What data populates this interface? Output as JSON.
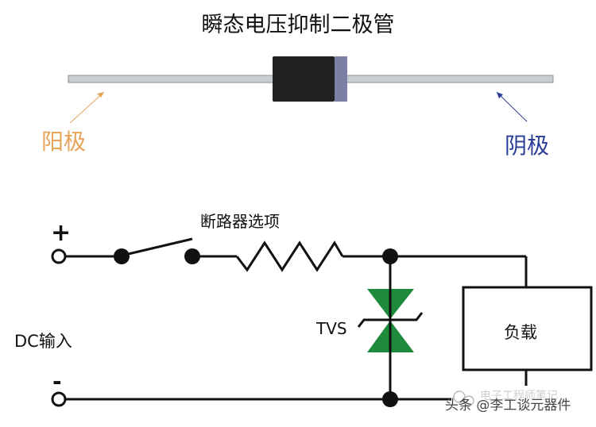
{
  "diagram": {
    "title": "瞬态电压抑制二极管",
    "anode_label": "阳极",
    "cathode_label": "阴极",
    "breaker_label": "断路器选项",
    "tvs_label": "TVS",
    "load_label": "负载",
    "plus_label": "+",
    "minus_label": "-",
    "dc_input_label": "DC输入",
    "watermark_text": "电子工程师笔记",
    "source_label": "头条 @李工谈元器件"
  },
  "colors": {
    "anode": "#e5a45a",
    "cathode": "#2a3d97",
    "tvs_green": "#1e8a3c",
    "wire": "#111111"
  }
}
